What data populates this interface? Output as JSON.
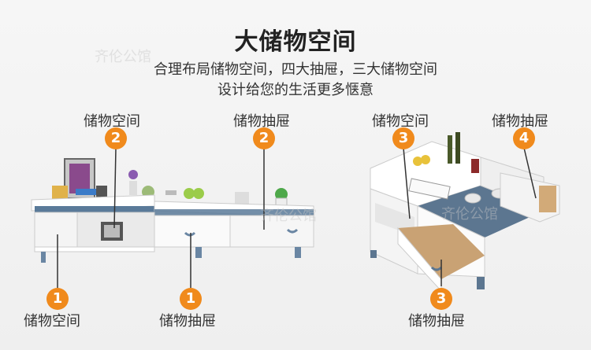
{
  "header": {
    "title": "大储物空间",
    "subtitle_line1": "合理布局储物空间，四大抽屉，三大储物空间",
    "subtitle_line2": "设计给您的生活更多惬意"
  },
  "tv_stand": {
    "callouts": [
      {
        "number": "2",
        "label": "储物空间"
      },
      {
        "number": "2",
        "label": "储物抽屉"
      },
      {
        "number": "1",
        "label": "储物空间"
      },
      {
        "number": "1",
        "label": "储物抽屉"
      }
    ]
  },
  "coffee_table": {
    "callouts": [
      {
        "number": "3",
        "label": "储物空间"
      },
      {
        "number": "4",
        "label": "储物抽屉"
      },
      {
        "number": "3",
        "label": "储物抽屉"
      }
    ]
  },
  "watermark": "齐伦公馆",
  "colors": {
    "badge": "#f08a1c",
    "accent_blue": "#5a7a99"
  }
}
